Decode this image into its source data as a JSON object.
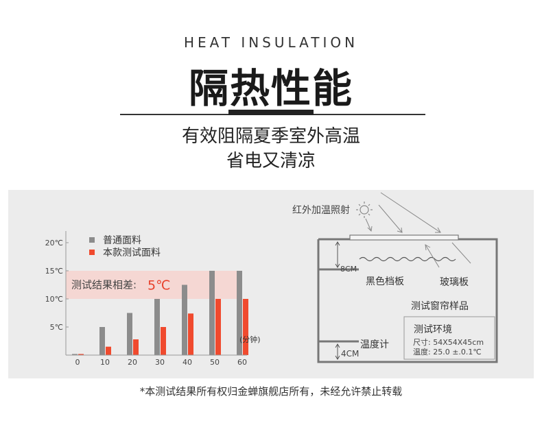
{
  "header": {
    "subtitle_en": "HEAT INSULATION",
    "title": "隔热性能",
    "tagline_line1": "有效阻隔夏季室外高温",
    "tagline_line2": "省电又清凉"
  },
  "chart_data": {
    "type": "bar",
    "categories": [
      "0",
      "10",
      "20",
      "30",
      "40",
      "50",
      "60"
    ],
    "x_unit_label": "(分钟)",
    "y_ticks": [
      "5℃",
      "10℃",
      "15℃",
      "20℃"
    ],
    "ylim": [
      0,
      20
    ],
    "series": [
      {
        "name": "普通面料",
        "color": "#8c8c8c",
        "values": [
          0.2,
          5,
          7.5,
          10,
          12.5,
          15,
          15
        ]
      },
      {
        "name": "本款测试面料",
        "color": "#f04a2e",
        "values": [
          0.2,
          1.5,
          2.8,
          5,
          7.4,
          10,
          10
        ]
      }
    ],
    "annotation": {
      "label": "测试结果相差:",
      "value": "5℃",
      "y_range": [
        10,
        15
      ]
    }
  },
  "diagram": {
    "ir_label": "红外加温照射",
    "blackout_label": "黑色档板",
    "glass_label": "玻璃板",
    "sample_label": "测试窗帘样品",
    "dim_top": "8CM",
    "dim_bottom": "4CM",
    "thermometer_label": "温度计",
    "env_title": "测试环境",
    "env_size": "尺寸: 54X54X45cm",
    "env_temp": "温度: 25.0 ±.0.1℃"
  },
  "footer": {
    "note": "*本测试结果所有权归金蝉旗舰店所有，未经允许禁止转载"
  }
}
